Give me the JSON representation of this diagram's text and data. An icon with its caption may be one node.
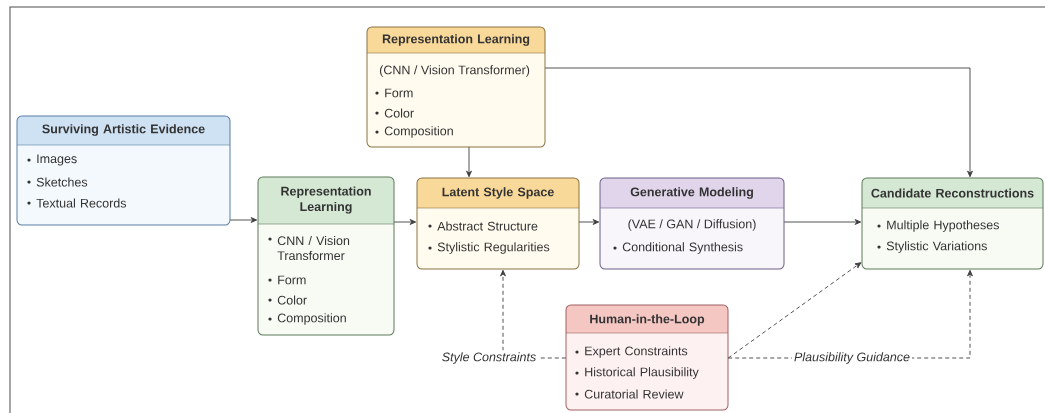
{
  "diagram": {
    "nodes": [
      {
        "text": [
          "Surviving Artistic Evidence",
          "Images",
          "Sketches",
          "Textual Records"
        ]
      },
      {
        "text": [
          "Representation Learning",
          "(CNN / Vision Transformer)",
          "Form",
          "Color",
          "Composition"
        ]
      },
      {
        "text": [
          "Representation Learning",
          "CNN / Vision Transformer",
          "Form",
          "Color",
          "Composition"
        ]
      },
      {
        "text": [
          "Latent Style Space",
          "Abstract Structure",
          "Stylistic Regularities"
        ]
      },
      {
        "text": [
          "Generative Modeling",
          "(VAE / GAN / Diffusion)",
          "Conditional Synthesis"
        ]
      },
      {
        "text": [
          "Candidate Reconstructions",
          "Multiple Hypotheses",
          "Stylistic Variations"
        ]
      },
      {
        "text": [
          "Human-in-the-Loop",
          "Expert Constraints",
          "Historical Plausibility",
          "Curatorial Review"
        ]
      }
    ],
    "edges": [
      {
        "from": 0,
        "to": 2,
        "arrow": "to"
      },
      {
        "from": 2,
        "to": 3,
        "arrow": "to"
      },
      {
        "from": 3,
        "to": 4,
        "arrow": "to"
      },
      {
        "from": 4,
        "to": 5,
        "arrow": "to"
      },
      {
        "from": 1,
        "to": 3,
        "arrow": "to"
      },
      {
        "from": 1,
        "to": 5,
        "arrow": "to"
      },
      {
        "from": 6,
        "to": 3,
        "arrow": "to",
        "style": "dashed",
        "label": "Style Constraints"
      },
      {
        "from": 6,
        "to": 5,
        "arrow": "to",
        "style": "dashed"
      },
      {
        "from": 6,
        "to": 5,
        "arrow": "to",
        "style": "dashed",
        "label": "Plausibility Guidance"
      }
    ]
  }
}
